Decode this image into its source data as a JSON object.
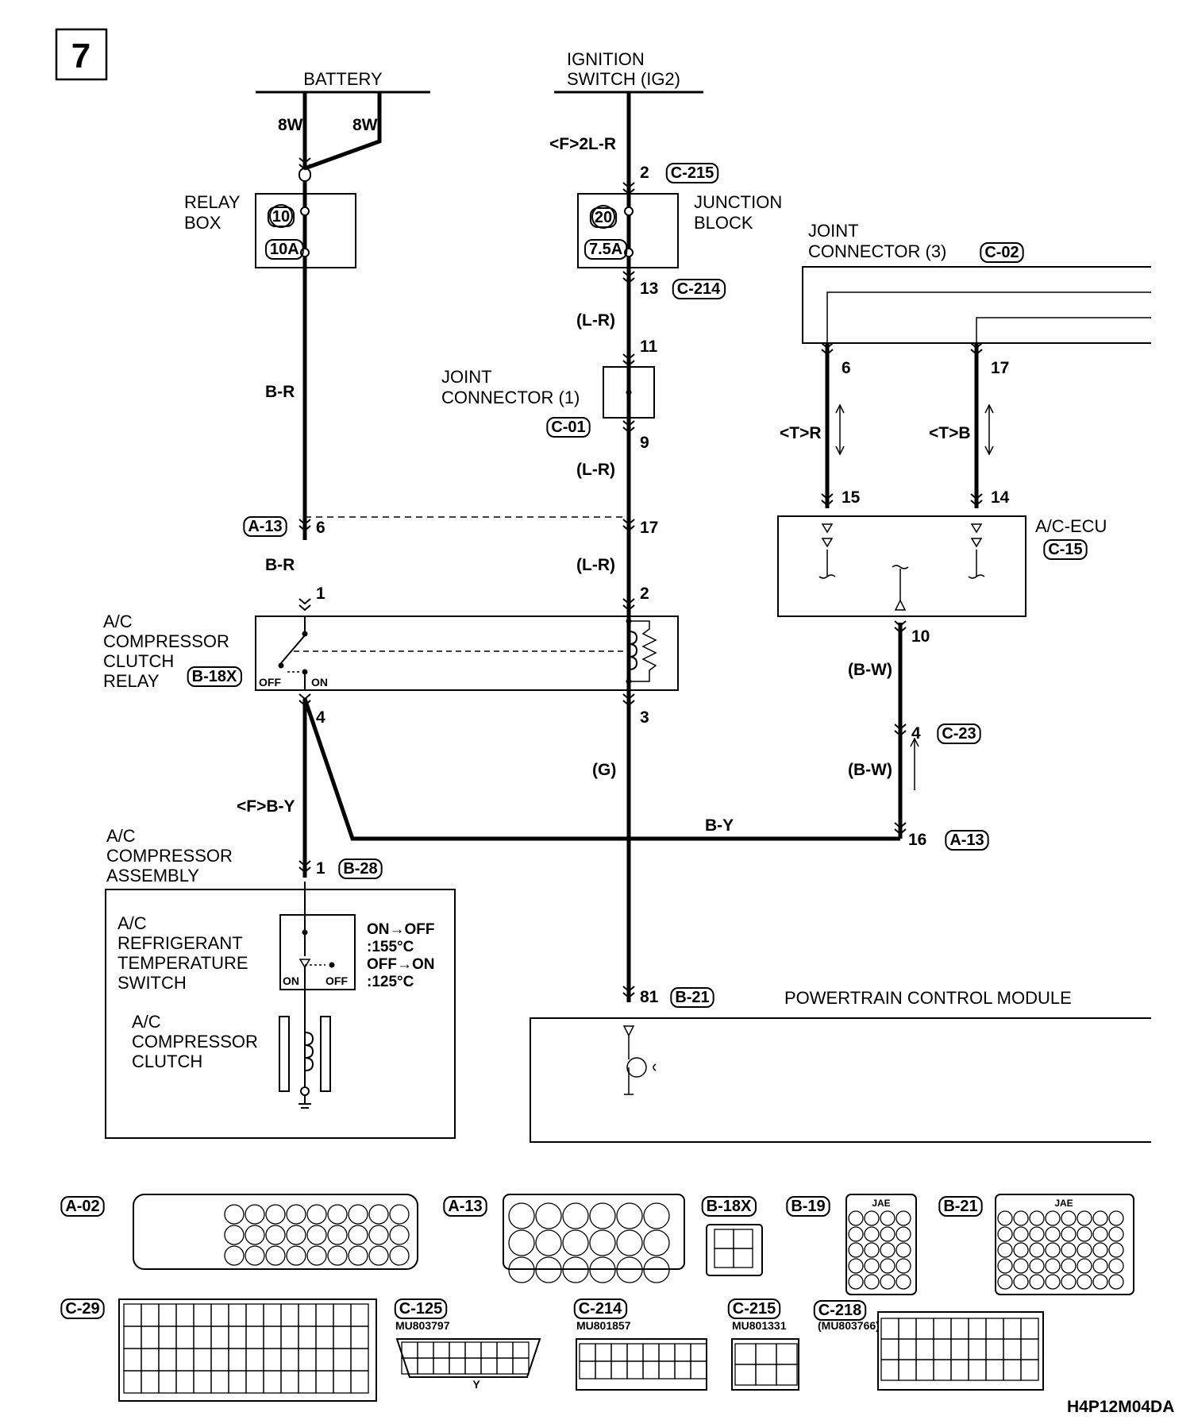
{
  "page_number": "7",
  "diagram_code": "H4P12M04DA",
  "battery": {
    "label": "BATTERY",
    "wire_left": "8W",
    "wire_right": "8W"
  },
  "relay_box": {
    "label_line1": "RELAY",
    "label_line2": "BOX",
    "fuse_no": "10",
    "fuse_rating": "10A"
  },
  "ignition": {
    "label_line1": "IGNITION",
    "label_line2": "SWITCH (IG2)",
    "wire": "<F>2L-R"
  },
  "junction_block": {
    "label_line1": "JUNCTION",
    "label_line2": "BLOCK",
    "fuse_no": "20",
    "fuse_rating": "7.5A",
    "pin_in": "2",
    "conn_in": "C-215",
    "pin_out": "13",
    "conn_out": "C-214"
  },
  "joint_connector_1": {
    "label_line1": "JOINT",
    "label_line2": "CONNECTOR (1)",
    "connector": "C-01",
    "pin_in": "11",
    "pin_out": "9"
  },
  "joint_connector_3": {
    "label_line1": "JOINT",
    "label_line2": "CONNECTOR (3)",
    "connector": "C-02",
    "pin_a": "6",
    "pin_b": "17"
  },
  "wires": {
    "br_1": "B-R",
    "br_2": "B-R",
    "lr_1": "(L-R)",
    "lr_2": "(L-R)",
    "lr_3": "(L-R)",
    "tr": "<T>R",
    "tb": "<T>B",
    "bw_1": "(B-W)",
    "bw_2": "(B-W)",
    "fby": "<F>B-Y",
    "g": "(G)",
    "by": "B-Y"
  },
  "a13_junction": {
    "connector": "A-13",
    "pin_left": "6",
    "pin_right": "17"
  },
  "ac_ecu": {
    "label": "A/C-ECU",
    "connector": "C-15",
    "pin_a": "15",
    "pin_b": "14",
    "pin_out": "10"
  },
  "relay": {
    "label_line1": "A/C",
    "label_line2": "COMPRESSOR",
    "label_line3": "CLUTCH",
    "label_line4": "RELAY",
    "connector": "B-18X",
    "pin_1": "1",
    "pin_2": "2",
    "pin_3": "3",
    "pin_4": "4",
    "off": "OFF",
    "on": "ON"
  },
  "c23": {
    "pin": "4",
    "connector": "C-23"
  },
  "a13_b": {
    "pin": "16",
    "connector": "A-13"
  },
  "compressor": {
    "label_line1": "A/C",
    "label_line2": "COMPRESSOR",
    "label_line3": "ASSEMBLY",
    "pin": "1",
    "connector": "B-28"
  },
  "temp_switch": {
    "label_line1": "A/C",
    "label_line2": "REFRIGERANT",
    "label_line3": "TEMPERATURE",
    "label_line4": "SWITCH",
    "on": "ON",
    "off": "OFF",
    "spec1": "ON→OFF",
    "spec2": ":155°C",
    "spec3": "OFF→ON",
    "spec4": ":125°C"
  },
  "clutch": {
    "label_line1": "A/C",
    "label_line2": "COMPRESSOR",
    "label_line3": "CLUTCH"
  },
  "pcm": {
    "label": "POWERTRAIN CONTROL MODULE",
    "pin": "81",
    "connector": "B-21"
  },
  "connectors": {
    "a02": "A-02",
    "a13": "A-13",
    "b18x": "B-18X",
    "b19": "B-19",
    "b21": "B-21",
    "c29": "C-29",
    "c125": "C-125",
    "c214": "C-214",
    "c215": "C-215",
    "c218": "C-218",
    "jae": "JAE",
    "pn_c125": "MU803797",
    "pn_c214": "MU801857",
    "pn_c215": "MU801331",
    "pn_c218": "(MU803766)",
    "y": "Y"
  }
}
